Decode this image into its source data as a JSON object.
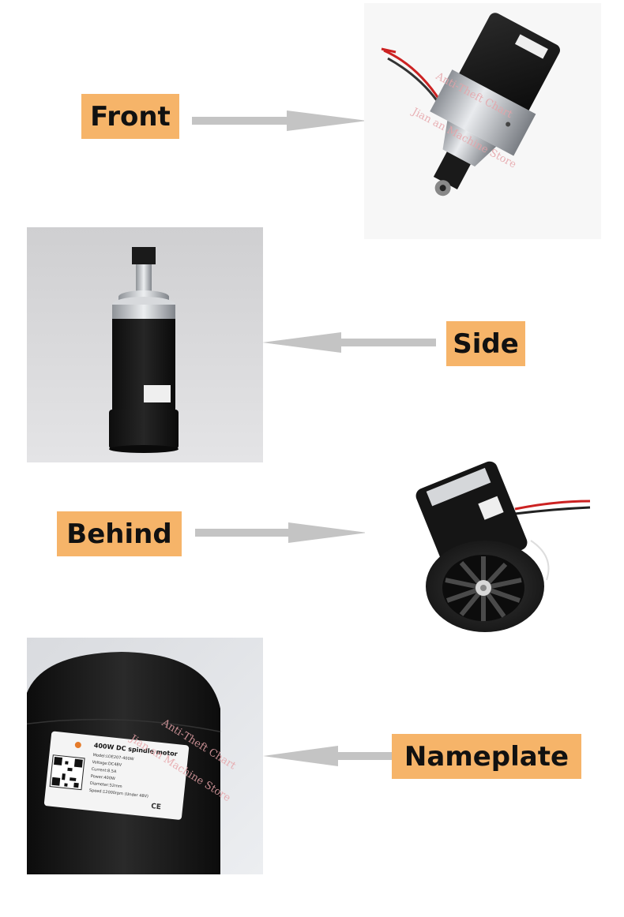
{
  "labels": {
    "front": "Front",
    "side": "Side",
    "behind": "Behind",
    "nameplate": "Nameplate"
  },
  "watermark": {
    "line1": "Anti-Theft Chart",
    "line2": "Jian an Machine Store"
  },
  "nameplate_text": {
    "title": "400W DC spindle motor",
    "model": "Model:LOE207-400W",
    "voltage": "Voltage:DC48V",
    "current": "Current:8.5A",
    "power": "Power:400W",
    "diameter": "Diameter:52mm",
    "speed": "Speed:12000rpm (Under 48V)",
    "ce_mark": "CE"
  },
  "colors": {
    "label_bg": "#f6b469",
    "arrow": "#c4c4c4",
    "motor_body": "#141414",
    "aluminium": "#cfd2d6"
  }
}
